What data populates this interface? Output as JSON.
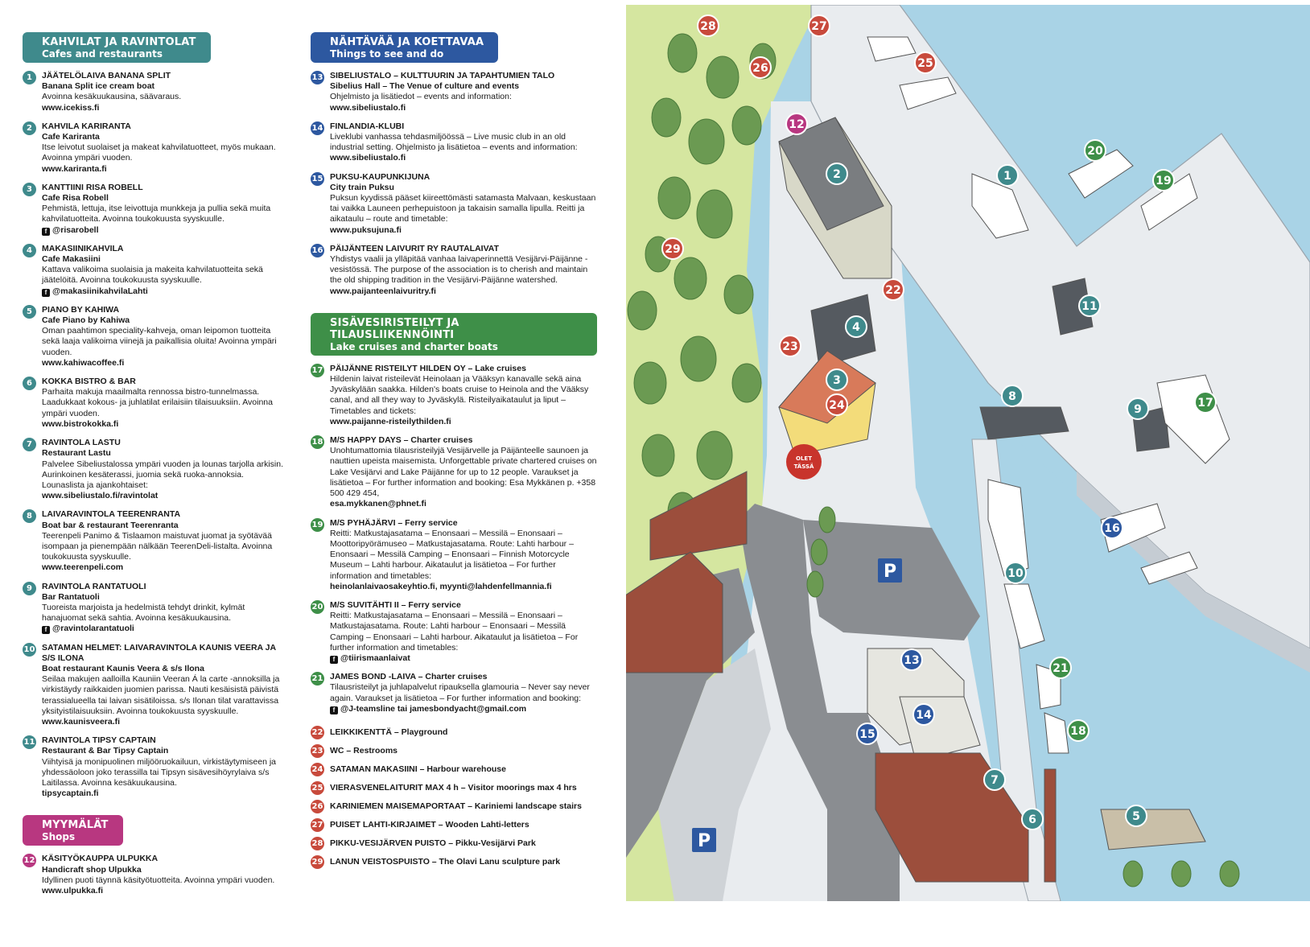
{
  "sections": {
    "cafes": {
      "title_fi": "KAHVILAT JA RAVINTOLAT",
      "title_en": "Cafes and restaurants",
      "color": "#3f8a8c"
    },
    "sights": {
      "title_fi": "NÄHTÄVÄÄ JA KOETTAVAA",
      "title_en": "Things to see and do",
      "color": "#2d58a0"
    },
    "cruises": {
      "title_fi": "SISÄVESIRISTEILYT JA TILAUSLIIKENNÖINTI",
      "title_en": "Lake cruises and charter boats",
      "color": "#3e8f48"
    },
    "shops": {
      "title_fi": "MYYMÄLÄT",
      "title_en": "Shops",
      "color": "#b83780"
    }
  },
  "cafes": [
    {
      "num": "1",
      "name": "JÄÄTELÖLAIVA BANANA SPLIT",
      "name_en": "Banana Split ice cream boat",
      "desc": "Avoinna kesäkuukausina, säävaraus.",
      "link": "www.icekiss.fi"
    },
    {
      "num": "2",
      "name": "KAHVILA KARIRANTA",
      "name_en": "Cafe Kariranta",
      "desc": "Itse leivotut suolaiset ja makeat kahvilatuotteet, myös mukaan. Avoinna ympäri vuoden.",
      "link": "www.kariranta.fi"
    },
    {
      "num": "3",
      "name": "KANTTIINI RISA ROBELL",
      "name_en": "Cafe Risa Robell",
      "desc": "Pehmistä, lettuja, itse leivottuja munkkeja ja pullia sekä muita kahvilatuotteita. Avoinna toukokuusta syyskuulle.",
      "link": "@risarobell"
    },
    {
      "num": "4",
      "name": "MAKASIINIKAHVILA",
      "name_en": "Cafe Makasiini",
      "desc": "Kattava valikoima suolaisia ja makeita kahvilatuotteita sekä jäätelöitä. Avoinna toukokuusta syyskuulle.",
      "link": "@makasiinikahvilaLahti"
    },
    {
      "num": "5",
      "name": "PIANO BY KAHIWA",
      "name_en": "Cafe Piano by Kahiwa",
      "desc": "Oman paahtimon speciality-kahveja, oman leipomon tuotteita sekä laaja valikoima viinejä ja paikallisia oluita! Avoinna ympäri vuoden.",
      "link": "www.kahiwacoffee.fi"
    },
    {
      "num": "6",
      "name": "KOKKA BISTRO & BAR",
      "name_en": "",
      "desc": "Parhaita makuja maailmalta rennossa bistro-tunnelmassa. Laadukkaat kokous- ja juhlatilat erilaisiin tilaisuuksiin. Avoinna ympäri vuoden.",
      "link": "www.bistrokokka.fi"
    },
    {
      "num": "7",
      "name": "RAVINTOLA LASTU",
      "name_en": "Restaurant Lastu",
      "desc": "Palvelee Sibeliustalossa ympäri vuoden ja lounas tarjolla arkisin. Aurinkoinen kesäterassi, juomia sekä ruoka-annoksia. Lounaslista ja ajankohtaiset:",
      "link": "www.sibeliustalo.fi/ravintolat"
    },
    {
      "num": "8",
      "name": "LAIVARAVINTOLA TEERENRANTA",
      "name_en": "Boat bar & restaurant Teerenranta",
      "desc": "Teerenpeli Panimo & Tislaamon maistuvat juomat ja syötävää isompaan ja pienempään nälkään TeerenDeli-listalta. Avoinna toukokuusta syyskuulle.",
      "link": "www.teerenpeli.com"
    },
    {
      "num": "9",
      "name": "RAVINTOLA RANTATUOLI",
      "name_en": "Bar Rantatuoli",
      "desc": "Tuoreista marjoista ja hedelmistä tehdyt drinkit, kylmät hanajuomat sekä sahtia. Avoinna kesäkuukausina.",
      "link": "@ravintolarantatuoli"
    },
    {
      "num": "10",
      "name": "SATAMAN HELMET: LAIVARAVINTOLA KAUNIS VEERA JA S/S ILONA",
      "name_en": "Boat restaurant Kaunis Veera & s/s Ilona",
      "desc": "Seilaa makujen aalloilla Kauniin Veeran Á la carte -annoksilla ja virkistäydy raikkaiden juomien parissa. Nauti kesäisistä päivistä terassialueella tai laivan sisätiloissa. s/s Ilonan tilat varattavissa yksityistilaisuuksiin. Avoinna toukokuusta syyskuulle.",
      "link": "www.kaunisveera.fi"
    },
    {
      "num": "11",
      "name": "RAVINTOLA TIPSY CAPTAIN",
      "name_en": "Restaurant & Bar Tipsy Captain",
      "desc": "Viihtyisä ja monipuolinen miljööruokailuun, virkistäytymiseen ja yhdessäoloon joko terassilla tai Tipsyn sisävesihöyrylaiva s/s Laitilassa. Avoinna kesäkuukausina.",
      "link": "tipsycaptain.fi"
    }
  ],
  "shops": [
    {
      "num": "12",
      "name": "KÄSITYÖKAUPPA ULPUKKA",
      "name_en": "Handicraft shop Ulpukka",
      "desc": "Idyllinen puoti täynnä käsityötuotteita. Avoinna ympäri vuoden.",
      "link": "www.ulpukka.fi"
    }
  ],
  "sights": [
    {
      "num": "13",
      "name": "SIBELIUSTALO – KULTTUURIN JA TAPAHTUMIEN TALO",
      "name_en": "Sibelius Hall – The Venue of culture and events",
      "desc": "Ohjelmisto ja lisätiedot – events and information:",
      "link": "www.sibeliustalo.fi"
    },
    {
      "num": "14",
      "name": "FINLANDIA-KLUBI",
      "name_en": "",
      "desc": "Liveklubi vanhassa tehdasmiljöössä – Live music club in an old industrial setting. Ohjelmisto ja lisätietoa – events and information:",
      "link": "www.sibeliustalo.fi"
    },
    {
      "num": "15",
      "name": "PUKSU-KAUPUNKIJUNA",
      "name_en": "City train Puksu",
      "desc": "Puksun kyydissä pääset kiireettömästi satamasta Malvaan, keskustaan tai vaikka Launeen perhepuistoon ja takaisin samalla lipulla. Reitti ja aikataulu – route and timetable:",
      "link": "www.puksujuna.fi"
    },
    {
      "num": "16",
      "name": "PÄIJÄNTEEN LAIVURIT RY RAUTALAIVAT",
      "name_en": "",
      "desc": "Yhdistys vaalii ja ylläpitää vanhaa laivaperinnettä Vesijärvi-Päijänne -vesistössä. The purpose of the association is to cherish and maintain the old shipping tradition in the Vesijärvi-Päijänne watershed.",
      "link": "www.paijanteenlaivuritry.fi"
    }
  ],
  "cruises": [
    {
      "num": "17",
      "name": "PÄIJÄNNE RISTEILYT HILDEN OY – Lake cruises",
      "name_en": "",
      "desc": "Hildenin laivat risteilevät Heinolaan ja Vääksyn kanavalle sekä aina Jyväskylään saakka. Hilden's boats cruise to Heinola and the Vääksy canal, and all they way to Jyväskylä. Risteilyaikataulut ja liput – Timetables and tickets:",
      "link": "www.paijanne-risteilythilden.fi"
    },
    {
      "num": "18",
      "name": "M/S HAPPY DAYS – Charter cruises",
      "name_en": "",
      "desc": "Unohtumattomia tilausristeilyjä Vesijärvelle ja Päijänteelle saunoen ja nauttien upeista maisemista. Unforgettable private chartered cruises on Lake Vesijärvi and Lake Päijänne for up to 12 people. Varaukset ja lisätietoa – For further information and booking: Esa Mykkänen p. +358 500 429 454,",
      "link": "esa.mykkanen@phnet.fi"
    },
    {
      "num": "19",
      "name": "M/S PYHÄJÄRVI – Ferry service",
      "name_en": "",
      "desc": "Reitti: Matkustajasatama – Enonsaari – Messilä – Enonsaari – Moottoripyörämuseo – Matkustajasatama. Route: Lahti harbour – Enonsaari – Messilä Camping – Enonsaari – Finnish Motorcycle Museum – Lahti harbour. Aikataulut ja lisätietoa – For further information and timetables:",
      "link": "heinolanlaivaosakeyhtio.fi, myynti@lahdenfellmannia.fi"
    },
    {
      "num": "20",
      "name": "M/S SUVITÄHTI II – Ferry service",
      "name_en": "",
      "desc": "Reitti: Matkustajasatama – Enonsaari – Messilä – Enonsaari – Matkustajasatama. Route: Lahti harbour – Enonsaari – Messilä Camping – Enonsaari – Lahti harbour. Aikataulut ja lisätietoa – For further information and timetables:",
      "link": "@tiirismaanlaivat"
    },
    {
      "num": "21",
      "name": "JAMES BOND -LAIVA – Charter cruises",
      "name_en": "",
      "desc": "Tilausristeilyt ja juhlapalvelut ripauksella glamouria – Never say never again. Varaukset ja lisätietoa – For further information and booking:",
      "link": "@J-teamsline tai jamesbondyacht@gmail.com"
    }
  ],
  "misc": [
    {
      "num": "22",
      "label": "LEIKKIKENTTÄ – Playground"
    },
    {
      "num": "23",
      "label": "WC – Restrooms"
    },
    {
      "num": "24",
      "label": "SATAMAN MAKASIINI – Harbour warehouse"
    },
    {
      "num": "25",
      "label": "VIERASVENELAITURIT MAX 4 h – Visitor moorings max 4 hrs"
    },
    {
      "num": "26",
      "label": "KARINIEMEN MAISEMAPORTAAT – Kariniemi landscape stairs"
    },
    {
      "num": "27",
      "label": "PUISET LAHTI-KIRJAIMET – Wooden Lahti-letters"
    },
    {
      "num": "28",
      "label": "PIKKU-VESIJÄRVEN PUISTO – Pikku-Vesijärvi Park"
    },
    {
      "num": "29",
      "label": "LANUN VEISTOSPUISTO – The Olavi Lanu sculpture park"
    }
  ],
  "map": {
    "you_are_here_line1": "OLET",
    "you_are_here_line2": "TÄSSÄ",
    "parking": "P",
    "colors": {
      "water": "#a9d3e6",
      "grass": "#d5e6a0",
      "pier": "#e9ecef",
      "road": "#8a8d91",
      "tree": "#6b9a52",
      "brick": "#9c4e3c"
    }
  }
}
